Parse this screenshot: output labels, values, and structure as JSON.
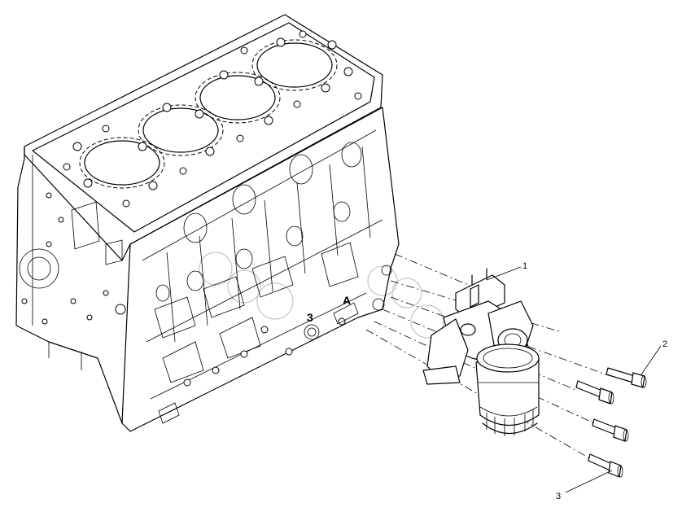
{
  "diagram": {
    "callouts": [
      {
        "id": "1",
        "label": "1"
      },
      {
        "id": "2",
        "label": "2"
      },
      {
        "id": "3",
        "label": "3"
      }
    ],
    "block_marks": {
      "mark_3": "3",
      "mark_a": "A"
    }
  }
}
